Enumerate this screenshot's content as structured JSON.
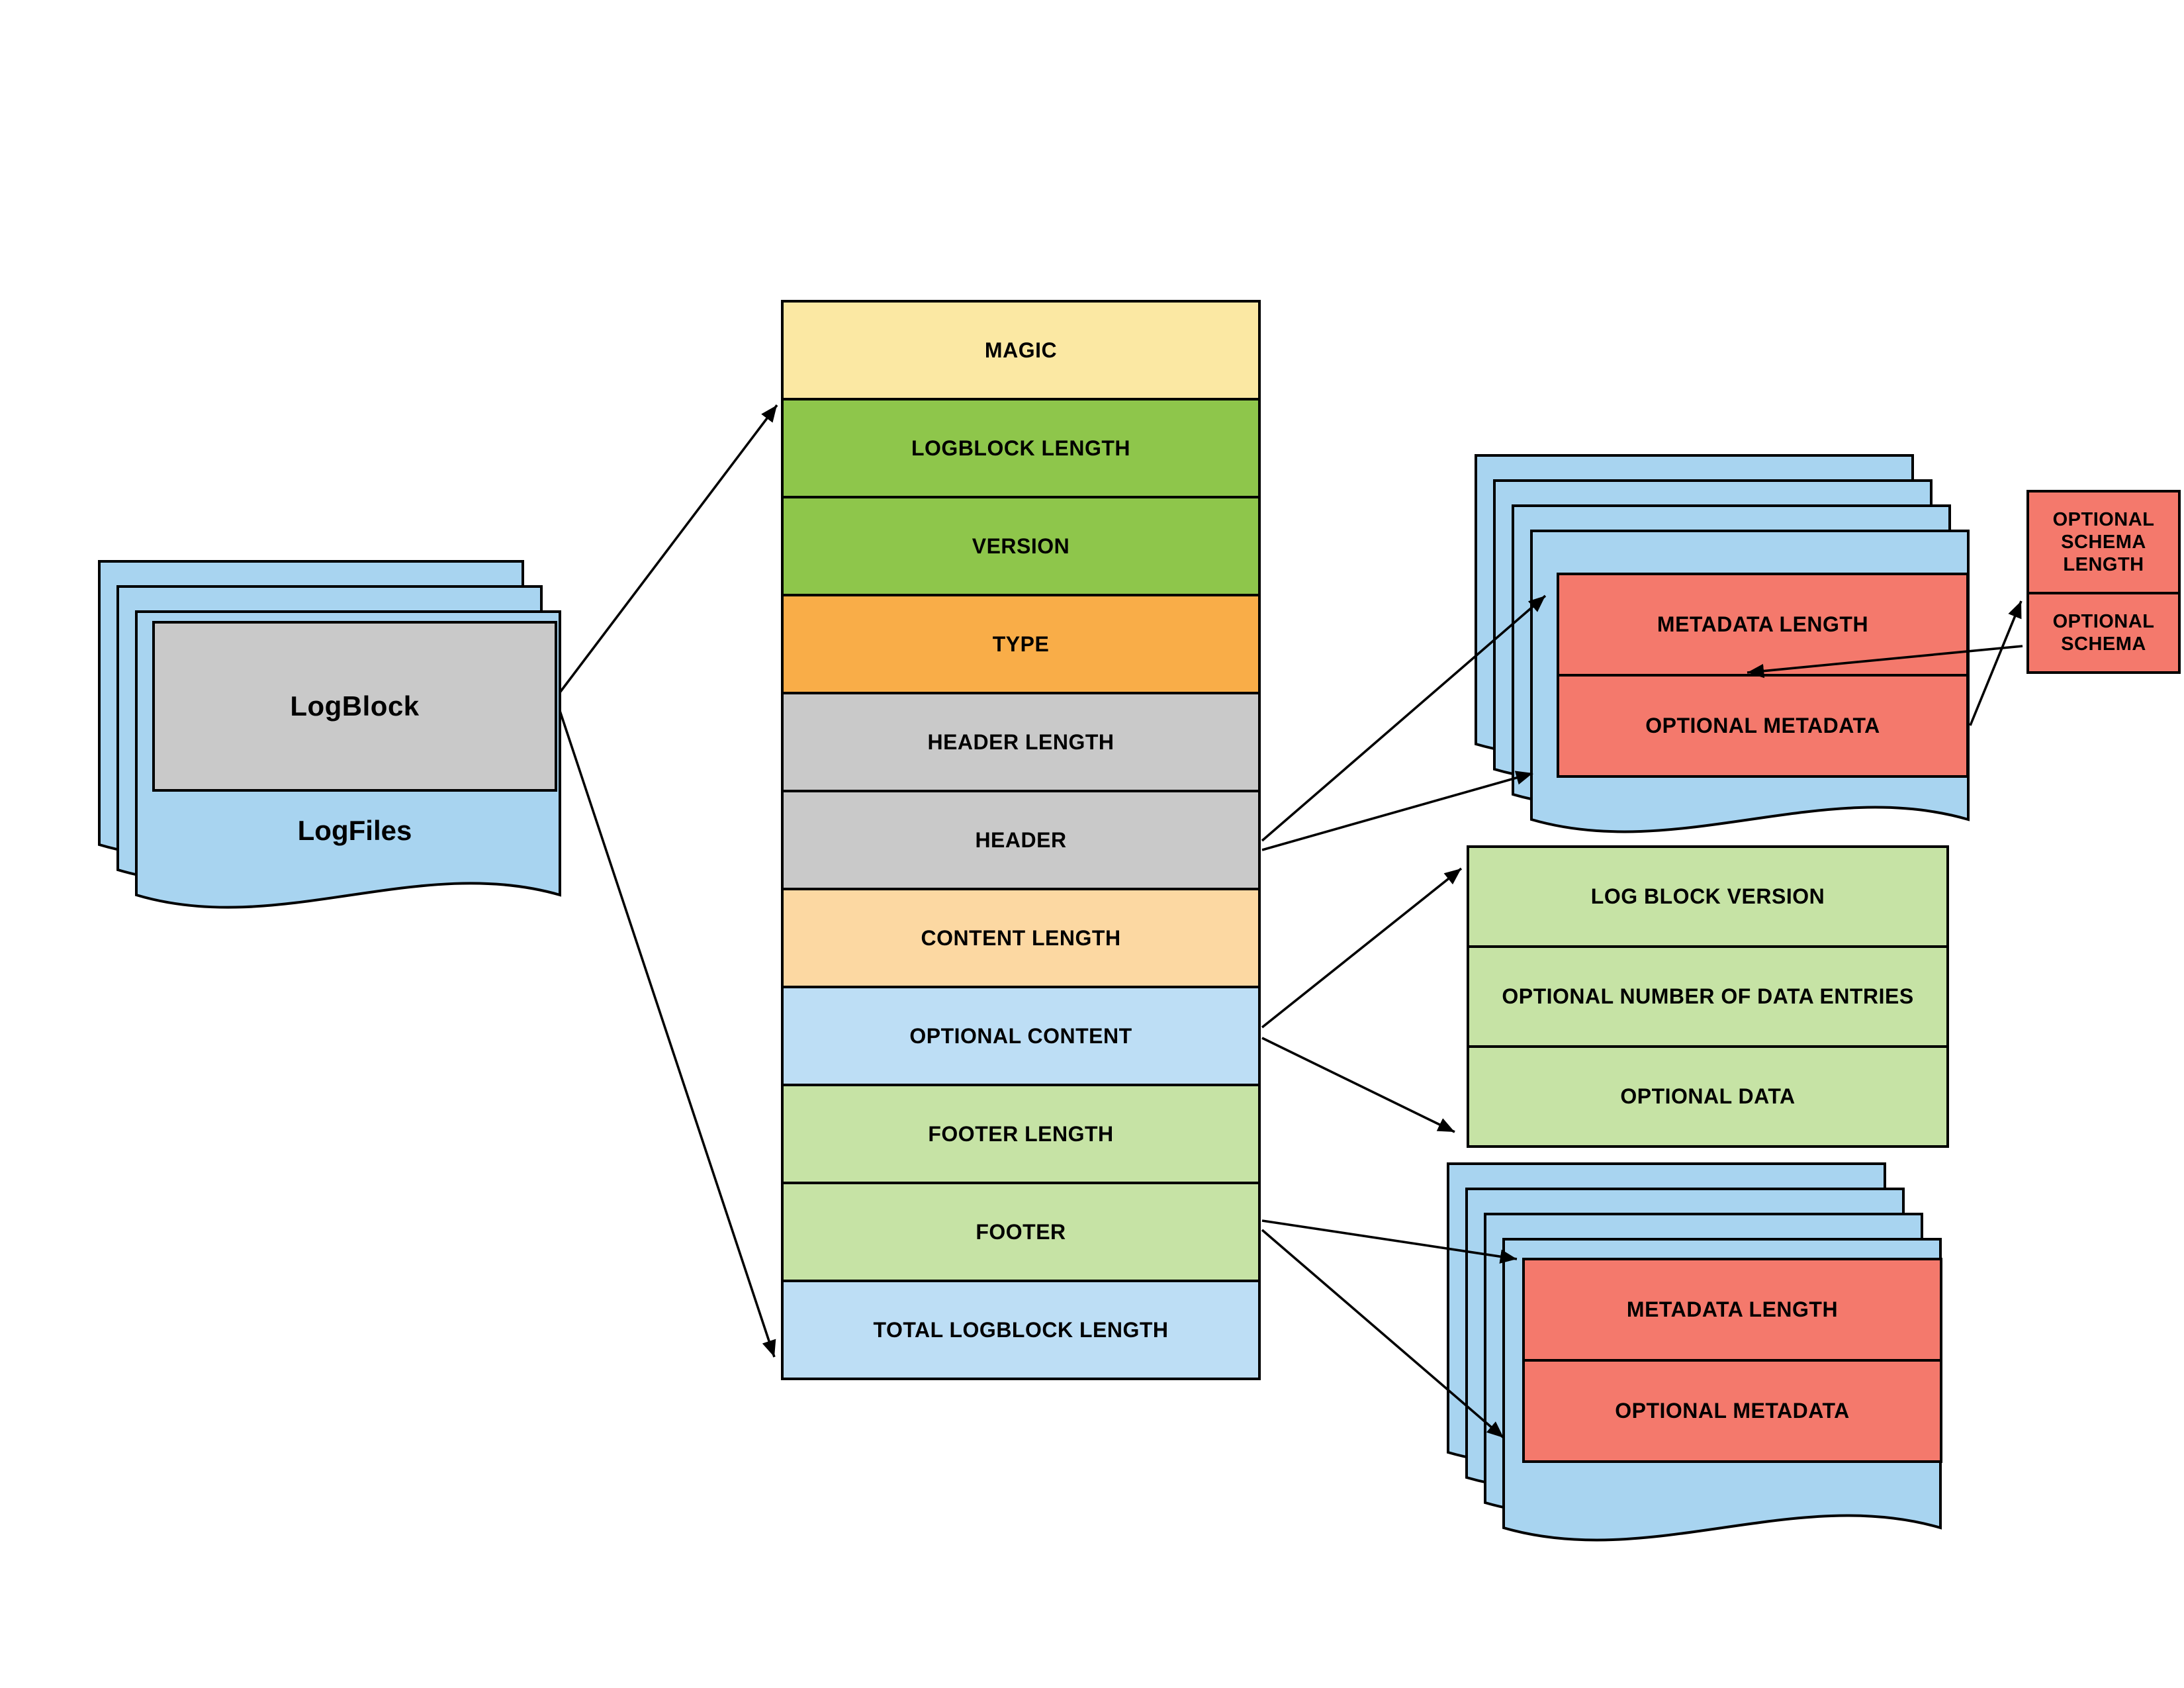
{
  "diagram": {
    "palette": {
      "doc_blue": "#A8D4F0",
      "row_blue": "#BDDEF5",
      "yellow": "#FBE8A3",
      "green": "#8EC64B",
      "orange": "#F9AD48",
      "gray": "#C9C9C9",
      "peach": "#FCD8A2",
      "light_green": "#C6E3A5",
      "red": "#F4796C"
    },
    "logfiles": {
      "block_label": "LogBlock",
      "stack_label": "LogFiles"
    },
    "logblock_fields": [
      {
        "label": "MAGIC",
        "color": "#FBE8A3"
      },
      {
        "label": "LOGBLOCK LENGTH",
        "color": "#8EC64B"
      },
      {
        "label": "VERSION",
        "color": "#8EC64B"
      },
      {
        "label": "TYPE",
        "color": "#F9AD48"
      },
      {
        "label": "HEADER LENGTH",
        "color": "#C9C9C9"
      },
      {
        "label": "HEADER",
        "color": "#C9C9C9"
      },
      {
        "label": "CONTENT LENGTH",
        "color": "#FCD8A2"
      },
      {
        "label": "OPTIONAL CONTENT",
        "color": "#BDDEF5"
      },
      {
        "label": "FOOTER LENGTH",
        "color": "#C6E3A5"
      },
      {
        "label": "FOOTER",
        "color": "#C6E3A5"
      },
      {
        "label": "TOTAL LOGBLOCK LENGTH",
        "color": "#BDDEF5"
      }
    ],
    "header_metadata": {
      "rows": [
        {
          "label": "METADATA LENGTH"
        },
        {
          "label": "OPTIONAL METADATA"
        }
      ]
    },
    "schema": {
      "rows": [
        {
          "label": "OPTIONAL SCHEMA LENGTH"
        },
        {
          "label": "OPTIONAL SCHEMA"
        }
      ]
    },
    "content_detail": {
      "rows": [
        {
          "label": "LOG BLOCK VERSION"
        },
        {
          "label": "OPTIONAL NUMBER OF DATA ENTRIES"
        },
        {
          "label": "OPTIONAL DATA"
        }
      ]
    },
    "footer_metadata": {
      "rows": [
        {
          "label": "METADATA LENGTH"
        },
        {
          "label": "OPTIONAL METADATA"
        }
      ]
    }
  }
}
